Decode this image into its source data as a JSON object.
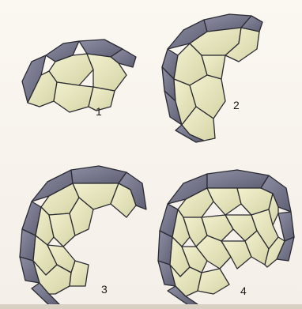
{
  "figure": {
    "stages": [
      {
        "id": 1,
        "label": "1"
      },
      {
        "id": 2,
        "label": "2"
      },
      {
        "id": 3,
        "label": "3"
      },
      {
        "id": 4,
        "label": "4"
      }
    ],
    "colors": {
      "panel_fill": "#e8e7be",
      "panel_fill_dark": "#cfcf9e",
      "edge_fill": "#7a7a8f",
      "edge_fill_light": "#9b9bb0",
      "stroke": "#2b2b33",
      "background": "#f6f3ee"
    }
  }
}
